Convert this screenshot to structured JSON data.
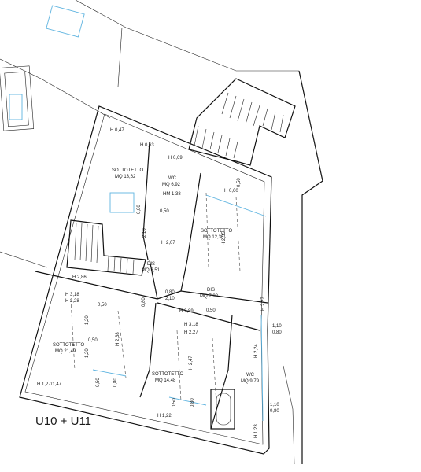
{
  "plan": {
    "unit_label": "U10  +  U11",
    "rooms": [
      {
        "id": "sottotetto-a",
        "name": "SOTTOTETTO",
        "area": "MQ 13,62"
      },
      {
        "id": "wc-a",
        "name": "WC",
        "area": "MQ 6,92",
        "height": "HM 1,38"
      },
      {
        "id": "sottotetto-b",
        "name": "SOTTOTETTO",
        "area": "MQ 12,36"
      },
      {
        "id": "dis-a",
        "name": "DIS",
        "area": "MQ 3,51"
      },
      {
        "id": "dis-b",
        "name": "DIS",
        "area": "MQ 7,92"
      },
      {
        "id": "sottotetto-c",
        "name": "SOTTOTETTO",
        "area": "MQ 21,49"
      },
      {
        "id": "sottotetto-d",
        "name": "SOTTOTETTO",
        "area": "MQ 14,48"
      },
      {
        "id": "wc-b",
        "name": "WC",
        "area": "MQ 9,79"
      }
    ],
    "dims": [
      "H 0,47",
      "H 0,63",
      "H 0,69",
      "H 0,60",
      "0,50",
      "H 2,07",
      "H 2,35",
      "H 2,86",
      "H 3,18",
      "H 2,28",
      "0,50",
      "0,80",
      "2,10",
      "H 2,89",
      "H 3,18",
      "H 2,27",
      "0,50",
      "1,20",
      "0,50",
      "1,20",
      "H 2,68",
      "H 2,47",
      "H 2,24",
      "H 2,27",
      "1,10",
      "0,80",
      "1,10",
      "0,80",
      "H 1,27/1,47",
      "H 1,22",
      "H 1,23",
      "0,80",
      "2,10",
      "0,80",
      "0,50",
      "0,80",
      "0,50",
      "0,80",
      "0,50"
    ]
  }
}
